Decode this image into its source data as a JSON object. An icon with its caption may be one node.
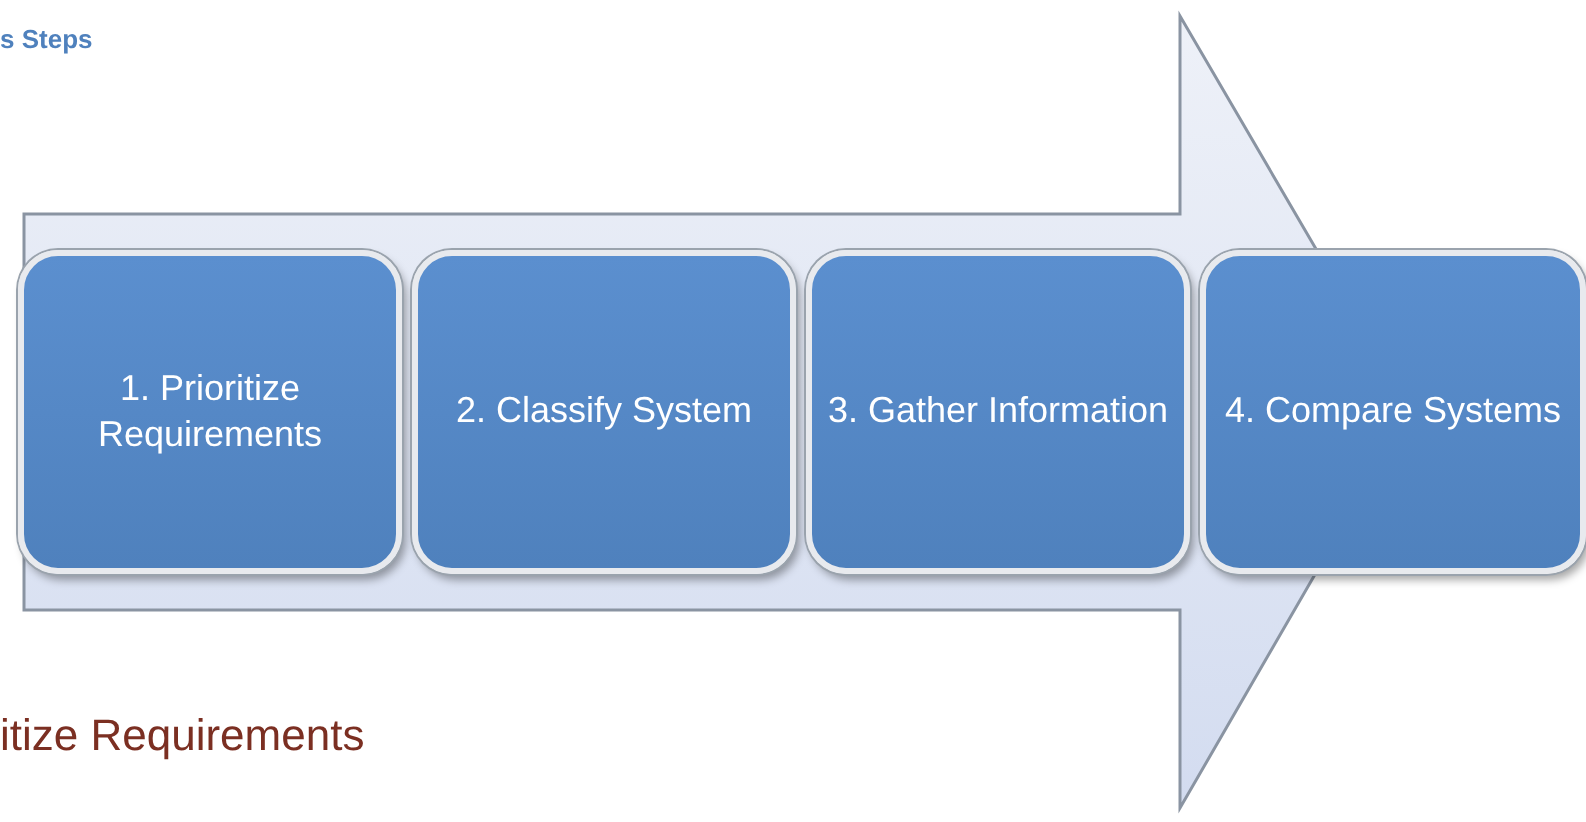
{
  "diagram": {
    "nodes": [
      {
        "text": [
          "1. Prioritize Requirements"
        ]
      },
      {
        "text": [
          "2. Classify System"
        ]
      },
      {
        "text": [
          "3. Gather Information"
        ]
      },
      {
        "text": [
          "4. Compare Systems"
        ]
      }
    ],
    "labels": [
      "s Steps",
      "itize Requirements"
    ]
  }
}
